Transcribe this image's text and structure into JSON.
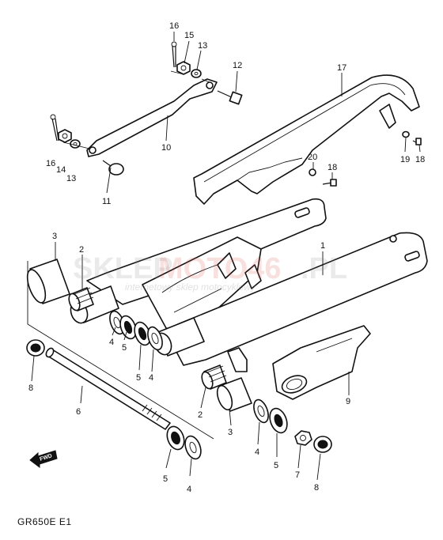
{
  "caption": "GR650E E1",
  "watermark": {
    "brand_a": "SKLEP",
    "brand_b": "MOTO46",
    "brand_c": ".PL",
    "tagline": "internetowy sklep motocyklowy",
    "color_gray": "#888888",
    "color_red": "#d9534f"
  },
  "direction_arrow": "FWD",
  "callouts": [
    {
      "id": "c16a",
      "text": "16"
    },
    {
      "id": "c15",
      "text": "15"
    },
    {
      "id": "c13a",
      "text": "13"
    },
    {
      "id": "c12",
      "text": "12"
    },
    {
      "id": "c17",
      "text": "17"
    },
    {
      "id": "c16b",
      "text": "16"
    },
    {
      "id": "c14",
      "text": "14"
    },
    {
      "id": "c13b",
      "text": "13"
    },
    {
      "id": "c10",
      "text": "10"
    },
    {
      "id": "c11",
      "text": "11"
    },
    {
      "id": "c20",
      "text": "20"
    },
    {
      "id": "c18a",
      "text": "18"
    },
    {
      "id": "c19",
      "text": "19"
    },
    {
      "id": "c18b",
      "text": "18"
    },
    {
      "id": "c3a",
      "text": "3"
    },
    {
      "id": "c2a",
      "text": "2"
    },
    {
      "id": "c1",
      "text": "1"
    },
    {
      "id": "c4a",
      "text": "4"
    },
    {
      "id": "c5a",
      "text": "5"
    },
    {
      "id": "c5b",
      "text": "5"
    },
    {
      "id": "c4b",
      "text": "4"
    },
    {
      "id": "c8a",
      "text": "8"
    },
    {
      "id": "c9",
      "text": "9"
    },
    {
      "id": "c6",
      "text": "6"
    },
    {
      "id": "c2b",
      "text": "2"
    },
    {
      "id": "c3b",
      "text": "3"
    },
    {
      "id": "c4c",
      "text": "4"
    },
    {
      "id": "c5c",
      "text": "5"
    },
    {
      "id": "c7",
      "text": "7"
    },
    {
      "id": "c5d",
      "text": "5"
    },
    {
      "id": "c4d",
      "text": "4"
    },
    {
      "id": "c8b",
      "text": "8"
    }
  ]
}
